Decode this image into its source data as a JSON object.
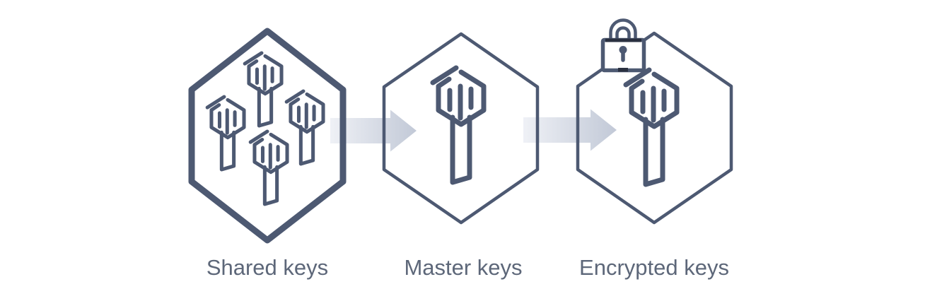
{
  "diagram": {
    "stages": [
      {
        "label": "Shared keys",
        "icon": "multiple-keys-icon"
      },
      {
        "label": "Master keys",
        "icon": "single-key-icon"
      },
      {
        "label": "Encrypted keys",
        "icon": "locked-key-icon"
      }
    ],
    "connectors": [
      {
        "icon": "right-arrow-icon"
      },
      {
        "icon": "right-arrow-icon"
      }
    ],
    "colors": {
      "outline": "#4d5972",
      "label": "#5d6779",
      "arrow_start": "#eff1f6",
      "arrow_end": "#c2c9d7",
      "lock_dark": "#2a3040",
      "bg": "#ffffff"
    }
  }
}
